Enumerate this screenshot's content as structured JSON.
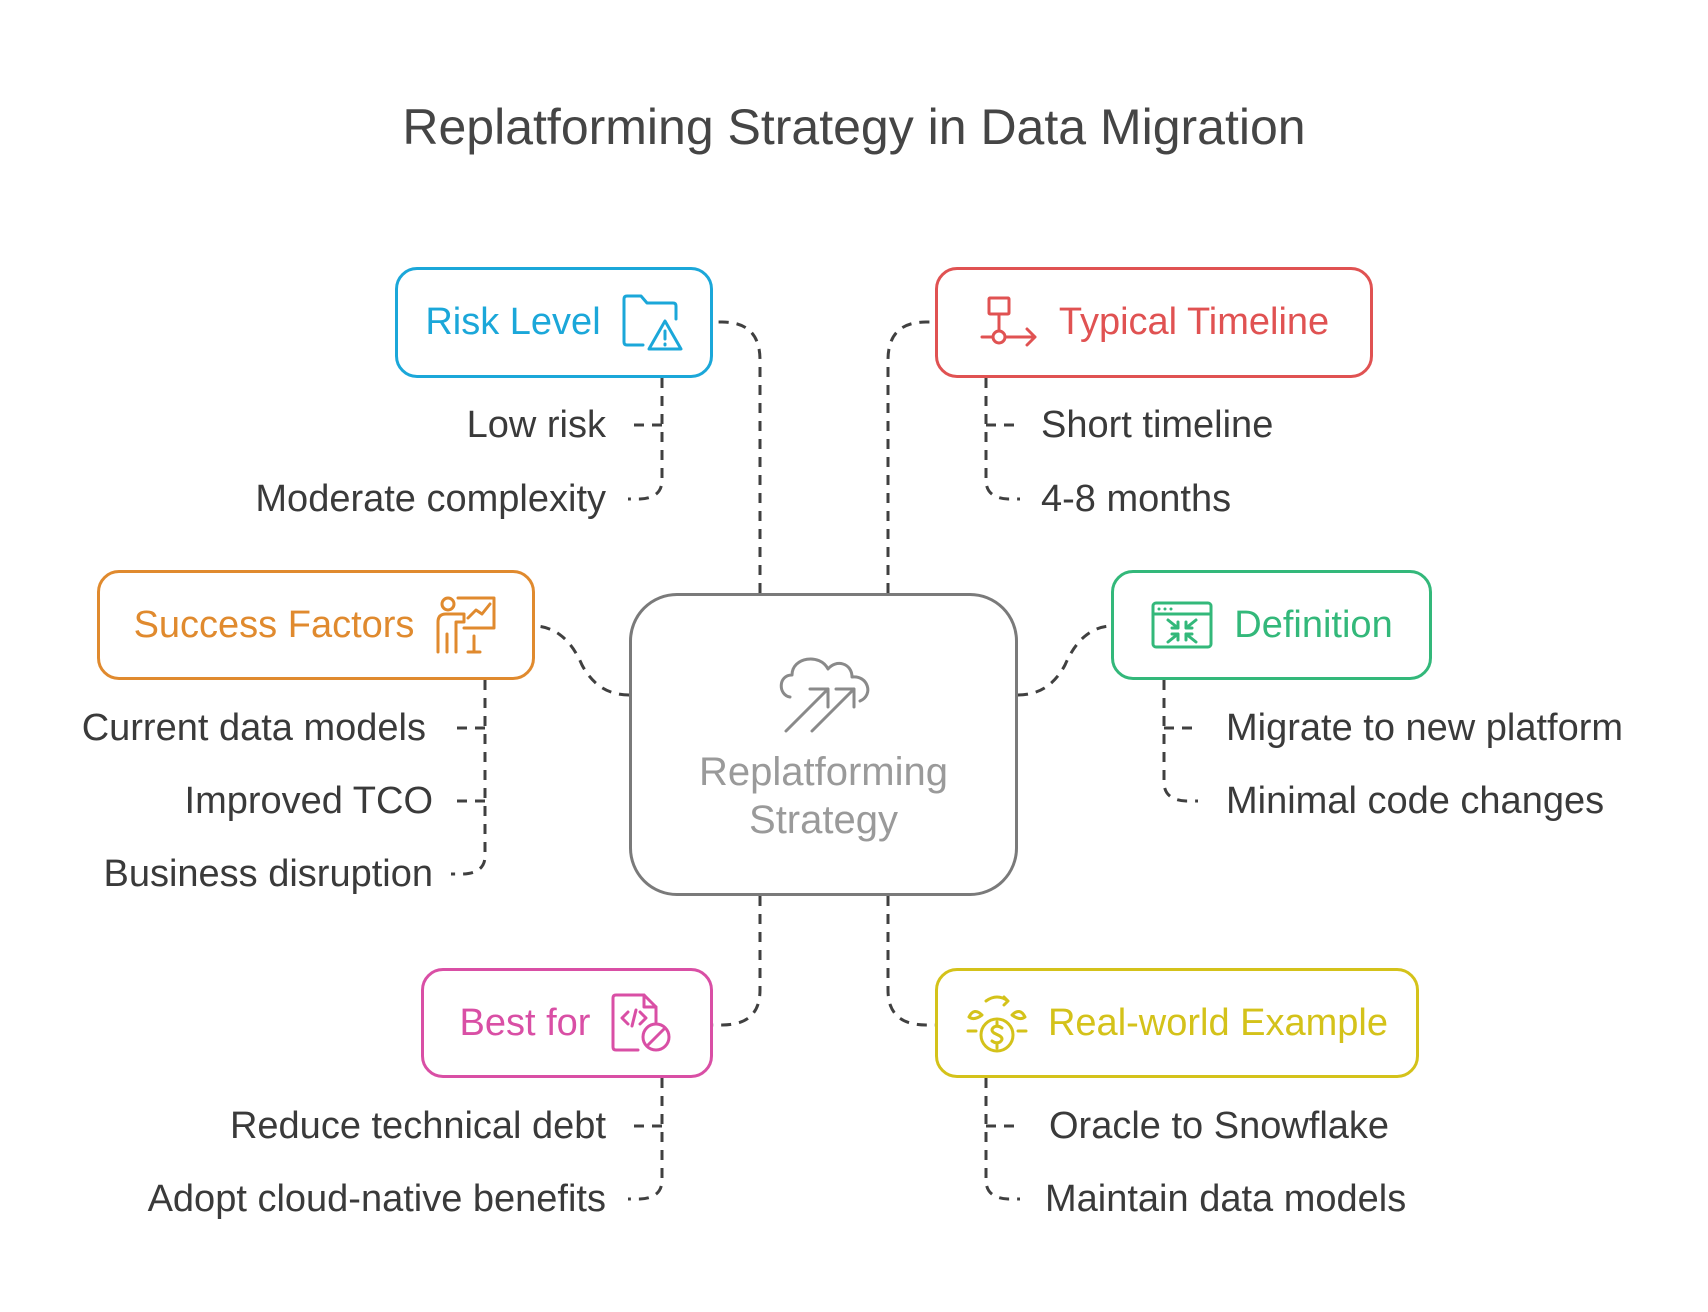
{
  "title": "Replatforming Strategy in Data Migration",
  "center": {
    "label": "Replatforming Strategy",
    "icon": "cloud-upload-arrows-icon",
    "color": "#7a7a7a"
  },
  "nodes": {
    "risk": {
      "label": "Risk Level",
      "color": "#1ba7d9",
      "icon": "folder-warning-icon",
      "items": [
        "Low risk",
        "Moderate complexity"
      ]
    },
    "timeline": {
      "label": "Typical Timeline",
      "color": "#e05252",
      "icon": "flowchart-arrow-icon",
      "items": [
        "Short timeline",
        "4-8 months"
      ]
    },
    "success": {
      "label": "Success Factors",
      "color": "#e08a2e",
      "icon": "presenter-chart-icon",
      "items": [
        "Current data models",
        "Improved TCO",
        "Business disruption"
      ]
    },
    "definition": {
      "label": "Definition",
      "color": "#33b87a",
      "icon": "browser-compress-icon",
      "items": [
        "Migrate to new platform",
        "Minimal code changes"
      ]
    },
    "best": {
      "label": "Best for",
      "color": "#d94fa5",
      "icon": "code-file-blocked-icon",
      "items": [
        "Reduce technical debt",
        "Adopt cloud-native benefits"
      ]
    },
    "example": {
      "label": "Real-world Example",
      "color": "#d4c21a",
      "icon": "money-exchange-icon",
      "items": [
        "Oracle to Snowflake",
        "Maintain data models"
      ]
    }
  }
}
